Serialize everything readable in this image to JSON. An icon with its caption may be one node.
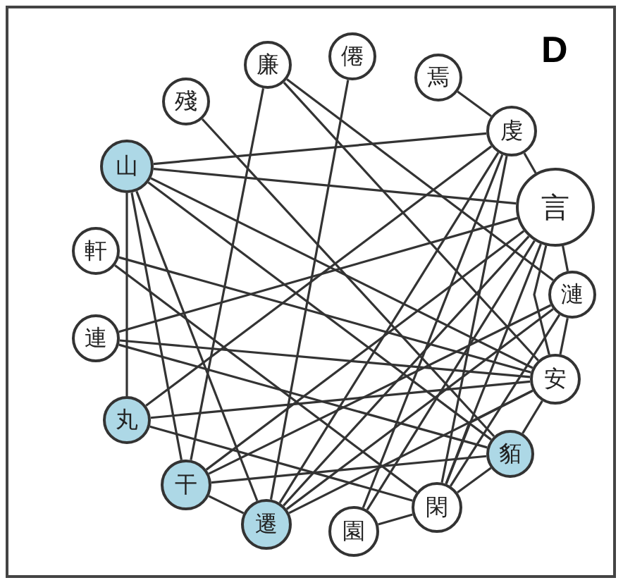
{
  "diagram": {
    "title": "D",
    "nodes": [
      {
        "text": [
          "廉"
        ]
      },
      {
        "text": [
          "僊"
        ]
      },
      {
        "text": [
          "焉"
        ]
      },
      {
        "text": [
          "虔"
        ]
      },
      {
        "text": [
          "言"
        ]
      },
      {
        "text": [
          "漣"
        ]
      },
      {
        "text": [
          "安"
        ]
      },
      {
        "text": [
          "貊"
        ]
      },
      {
        "text": [
          "閑"
        ]
      },
      {
        "text": [
          "園"
        ]
      },
      {
        "text": [
          "遷"
        ]
      },
      {
        "text": [
          "干"
        ]
      },
      {
        "text": [
          "丸"
        ]
      },
      {
        "text": [
          "連"
        ]
      },
      {
        "text": [
          "軒"
        ]
      },
      {
        "text": [
          "山"
        ]
      },
      {
        "text": [
          "殘"
        ]
      }
    ],
    "edges": [
      {
        "from": 0,
        "to": 11,
        "arrow": "none"
      },
      {
        "from": 0,
        "to": 6,
        "arrow": "none"
      },
      {
        "from": 0,
        "to": 5,
        "arrow": "none"
      },
      {
        "from": 1,
        "to": 10,
        "arrow": "none"
      },
      {
        "from": 2,
        "to": 3,
        "arrow": "none"
      },
      {
        "from": 3,
        "to": 15,
        "arrow": "none"
      },
      {
        "from": 3,
        "to": 4,
        "arrow": "none"
      },
      {
        "from": 3,
        "to": 12,
        "arrow": "none"
      },
      {
        "from": 3,
        "to": 10,
        "arrow": "none"
      },
      {
        "from": 3,
        "to": 8,
        "arrow": "none"
      },
      {
        "from": 3,
        "to": 9,
        "arrow": "none"
      },
      {
        "from": 15,
        "to": 4,
        "arrow": "none"
      },
      {
        "from": 15,
        "to": 6,
        "arrow": "none"
      },
      {
        "from": 15,
        "to": 7,
        "arrow": "none"
      },
      {
        "from": 15,
        "to": 12,
        "arrow": "none"
      },
      {
        "from": 15,
        "to": 11,
        "arrow": "none"
      },
      {
        "from": 15,
        "to": 10,
        "arrow": "none"
      },
      {
        "from": 16,
        "to": 7,
        "arrow": "none"
      },
      {
        "from": 14,
        "to": 6,
        "arrow": "none"
      },
      {
        "from": 14,
        "to": 8,
        "arrow": "none"
      },
      {
        "from": 13,
        "to": 4,
        "arrow": "none"
      },
      {
        "from": 13,
        "to": 6,
        "arrow": "none"
      },
      {
        "from": 13,
        "to": 7,
        "arrow": "none"
      },
      {
        "from": 12,
        "to": 6,
        "arrow": "none"
      },
      {
        "from": 12,
        "to": 8,
        "arrow": "none"
      },
      {
        "from": 11,
        "to": 4,
        "arrow": "none"
      },
      {
        "from": 11,
        "to": 7,
        "arrow": "none"
      },
      {
        "from": 11,
        "to": 5,
        "arrow": "none"
      },
      {
        "from": 11,
        "to": 10,
        "arrow": "none"
      },
      {
        "from": 10,
        "to": 4,
        "arrow": "none"
      },
      {
        "from": 10,
        "to": 6,
        "arrow": "none"
      },
      {
        "from": 10,
        "to": 5,
        "arrow": "none"
      },
      {
        "from": 4,
        "to": 5,
        "arrow": "none"
      },
      {
        "from": 4,
        "to": 6,
        "arrow": "none"
      },
      {
        "from": 4,
        "to": 9,
        "arrow": "none"
      },
      {
        "from": 4,
        "to": 8,
        "arrow": "none"
      },
      {
        "from": 5,
        "to": 6,
        "arrow": "none"
      },
      {
        "from": 5,
        "to": 8,
        "arrow": "none"
      },
      {
        "from": 6,
        "to": 7,
        "arrow": "none"
      },
      {
        "from": 6,
        "to": 8,
        "arrow": "none"
      },
      {
        "from": 7,
        "to": 8,
        "arrow": "none"
      },
      {
        "from": 8,
        "to": 9,
        "arrow": "none"
      }
    ]
  }
}
